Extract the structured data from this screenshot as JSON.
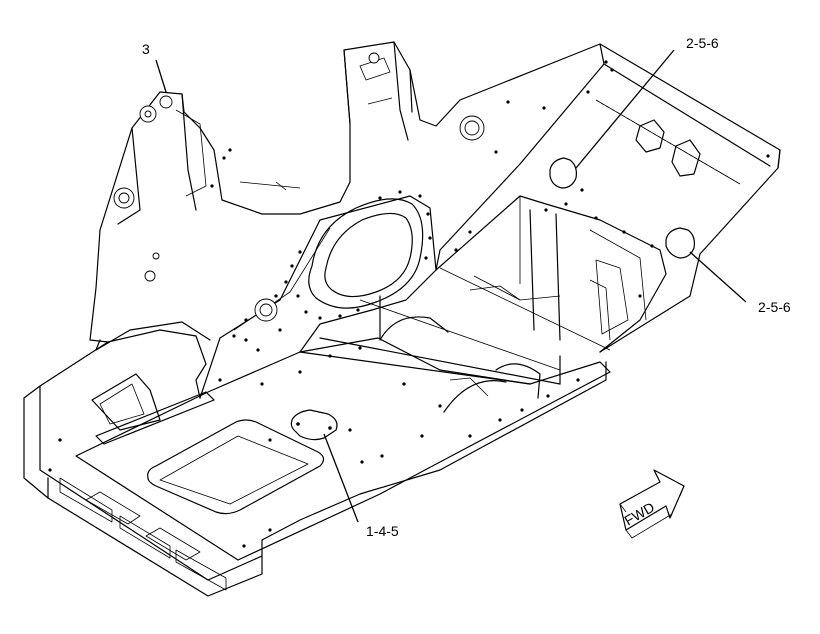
{
  "callouts": [
    {
      "id": "callout-3",
      "text": "3"
    },
    {
      "id": "callout-2-5-6-top",
      "text": "2-5-6"
    },
    {
      "id": "callout-2-5-6-right",
      "text": "2-5-6"
    },
    {
      "id": "callout-1-4-5",
      "text": "1-4-5"
    }
  ],
  "direction_arrow": {
    "label": "FWD"
  },
  "colors": {
    "line": "#000000",
    "background": "#ffffff"
  }
}
